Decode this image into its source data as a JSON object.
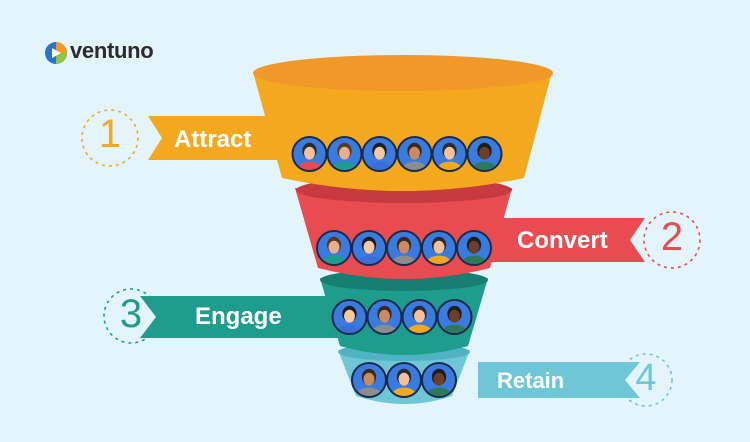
{
  "brand": {
    "name": "ventuno"
  },
  "stages": [
    {
      "number": "1",
      "label": "Attract",
      "color": "#f4a81d",
      "people": 6
    },
    {
      "number": "2",
      "label": "Convert",
      "color": "#e84b50",
      "people": 5
    },
    {
      "number": "3",
      "label": "Engage",
      "color": "#1f9d8c",
      "people": 4
    },
    {
      "number": "4",
      "label": "Retain",
      "color": "#6ec6d6",
      "people": 3
    }
  ]
}
